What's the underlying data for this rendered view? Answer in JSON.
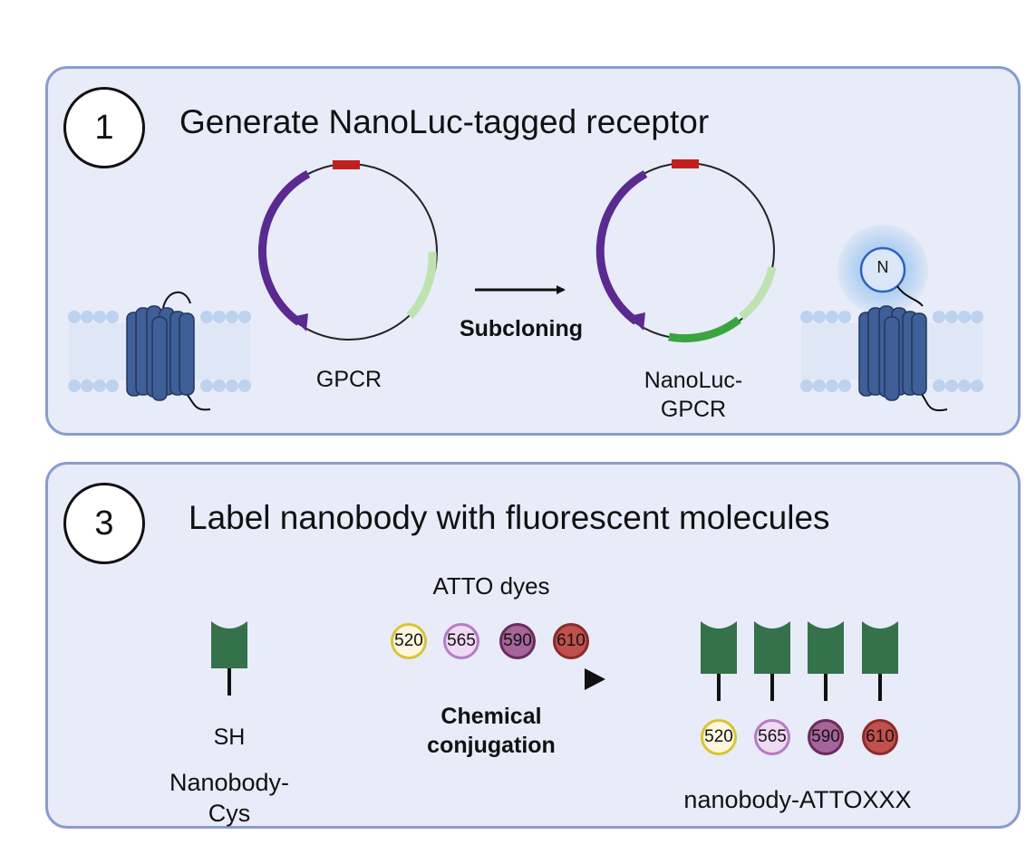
{
  "colors": {
    "panel_bg": "#e8ebf8",
    "panel_border": "#8a9bd0",
    "receptor": "#3e5f98",
    "plasmid_purple": "#5b2a91",
    "plasmid_red": "#c0201f",
    "plasmid_light_green": "#bde3b0",
    "plasmid_green": "#3aa53e",
    "nanobody": "#35714a"
  },
  "panel1": {
    "step_number": "1",
    "title": "Generate NanoLuc-tagged receptor",
    "plasmid_left_label": "GPCR",
    "arrow_label": "Subcloning",
    "plasmid_right_label": "NanoLuc-\nGPCR",
    "nanoluc_tag": "N"
  },
  "panel3": {
    "step_number": "3",
    "title": "Label nanobody with fluorescent molecules",
    "nanobody_thiol": "SH",
    "nanobody_label": "Nanobody-\nCys",
    "dyes_title": "ATTO dyes",
    "dyes": [
      {
        "label": "520",
        "border": "#d9c434",
        "fill": "#fdf8dd"
      },
      {
        "label": "565",
        "border": "#b57cc4",
        "fill": "#efd9f3"
      },
      {
        "label": "590",
        "border": "#6c2a5e",
        "fill": "#a5649a"
      },
      {
        "label": "610",
        "border": "#8a2b2a",
        "fill": "#c0504c"
      }
    ],
    "arrow_label": "Chemical\nconjugation",
    "product_label": "nanobody-ATTOXXX"
  }
}
